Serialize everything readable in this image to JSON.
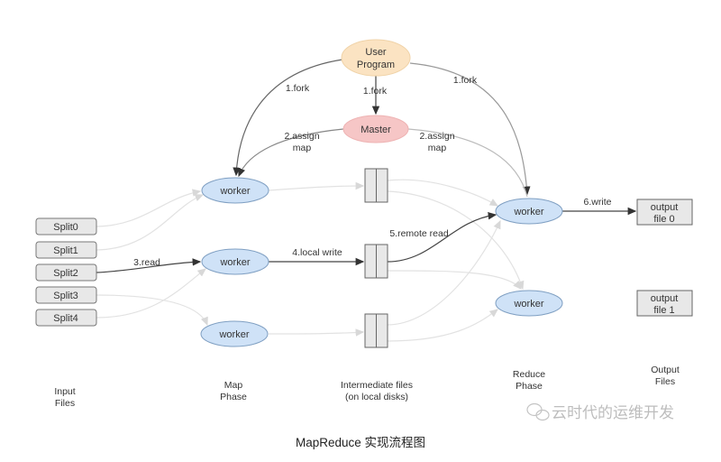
{
  "nodes": {
    "user_program": [
      "User",
      "Program"
    ],
    "master": "Master",
    "worker": "worker",
    "splits": [
      "Split0",
      "Split1",
      "Split2",
      "Split3",
      "Split4"
    ],
    "outputs": [
      [
        "output",
        "file 0"
      ],
      [
        "output",
        "file 1"
      ]
    ]
  },
  "edges": {
    "fork": "1.fork",
    "assign_map": [
      "2.assign",
      "map"
    ],
    "read": "3.read",
    "local_write": "4.local write",
    "remote_read": "5.remote read",
    "write": "6.write"
  },
  "phases": {
    "input": [
      "Input",
      "Files"
    ],
    "map": [
      "Map",
      "Phase"
    ],
    "intermediate": [
      "Intermediate files",
      "(on local disks)"
    ],
    "reduce": [
      "Reduce",
      "Phase"
    ],
    "output": [
      "Output",
      "Files"
    ]
  },
  "caption": "MapReduce 实现流程图",
  "watermark": "云时代的运维开发",
  "colors": {
    "user_program": "#fbe3c2",
    "master": "#f6c6c6",
    "worker": "#cfe2f7",
    "file_box": "#e8e8e8"
  }
}
